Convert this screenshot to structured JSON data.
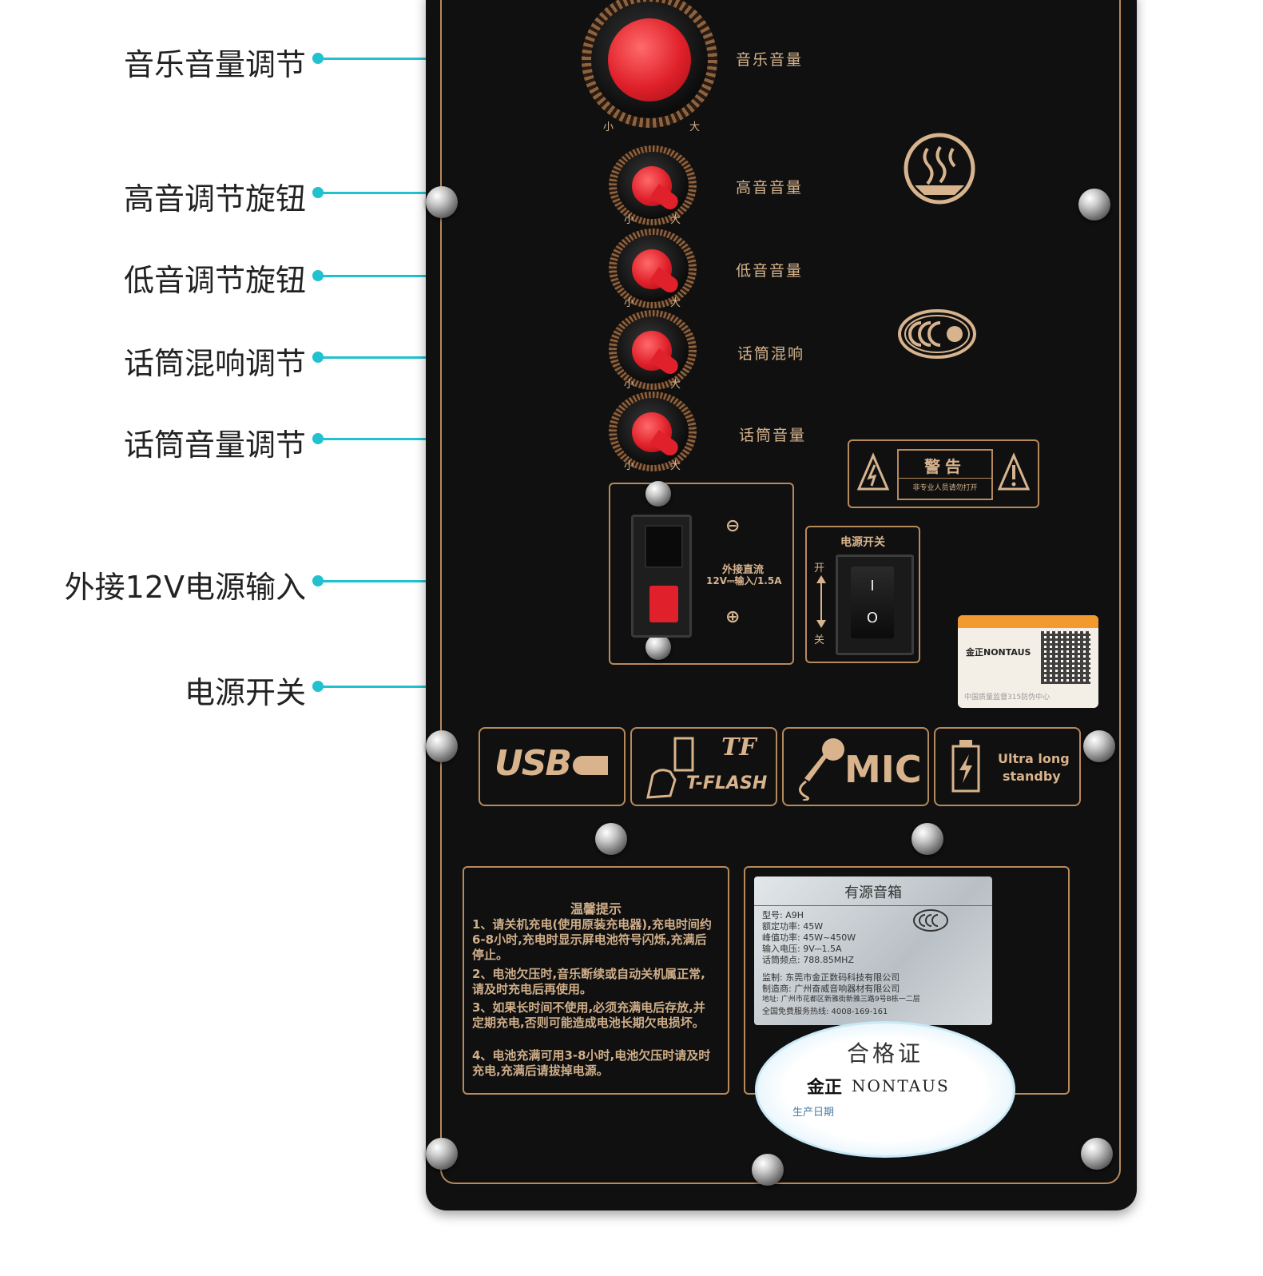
{
  "callouts": [
    {
      "id": "music-volume",
      "label": "音乐音量调节"
    },
    {
      "id": "treble",
      "label": "高音调节旋钮"
    },
    {
      "id": "bass",
      "label": "低音调节旋钮"
    },
    {
      "id": "mic-echo",
      "label": "话筒混响调节"
    },
    {
      "id": "mic-volume",
      "label": "话筒音量调节"
    },
    {
      "id": "dc-input",
      "label": "外接12V电源输入"
    },
    {
      "id": "power-switch",
      "label": "电源开关"
    }
  ],
  "knobs": [
    {
      "label": "音乐音量",
      "min": "小",
      "max": "大"
    },
    {
      "label": "高音音量",
      "min": "小",
      "max": "大"
    },
    {
      "label": "低音音量",
      "min": "小",
      "max": "大"
    },
    {
      "label": "话筒混响",
      "min": "小",
      "max": "大"
    },
    {
      "label": "话筒音量",
      "min": "小",
      "max": "大"
    }
  ],
  "warning": {
    "title": "警告",
    "subtitle": "非专业人员请勿打开"
  },
  "dc_terminal": {
    "minus": "⊖",
    "plus": "⊕",
    "line1": "外接直流",
    "line2": "12V⎓输入/1.5A"
  },
  "power": {
    "title": "电源开关",
    "on": "开",
    "off": "关",
    "on_mark": "I",
    "off_mark": "O"
  },
  "features": {
    "usb": "USB",
    "tf_logo": "TF",
    "tflash": "T-FLASH",
    "mic": "MIC",
    "battery_line1": "Ultra long",
    "battery_line2": "standby"
  },
  "qr_label": {
    "brand": "金正NONTAUS",
    "footer": "中国质量监督315防伪中心"
  },
  "tips": {
    "title": "温馨提示",
    "items": [
      "1、请关机充电(使用原装充电器),充电时间约6-8小时,充电时显示屏电池符号闪烁,充满后停止。",
      "2、电池欠压时,音乐断续或自动关机属正常,请及时充电后再使用。",
      "3、如果长时间不使用,必须充满电后存放,并定期充电,否则可能造成电池长期欠电损坏。",
      "4、电池充满可用3-8小时,电池欠压时请及时充电,充满后请拔掉电源。"
    ]
  },
  "spec": {
    "title": "有源音箱",
    "lines": [
      "型号: A9H",
      "额定功率: 45W",
      "峰值功率: 45W~450W",
      "输入电压: 9V⎓1.5A",
      "话筒频点: 788.85MHZ",
      "监制: 东莞市金正数码科技有限公司",
      "制造商: 广州奋威音响器材有限公司",
      "地址: 广州市花都区新雅街新雅三路9号B栋一二层",
      "全国免费服务热线: 4008-169-161"
    ]
  },
  "certificate": {
    "title": "合格证",
    "brand_cn": "金正",
    "brand_en": "NONTAUS",
    "footer": "生产日期"
  },
  "colors": {
    "accent": "#21c1cf",
    "panel": "#101010",
    "gold": "#b78a5c",
    "knob_red": "#e0202a"
  }
}
